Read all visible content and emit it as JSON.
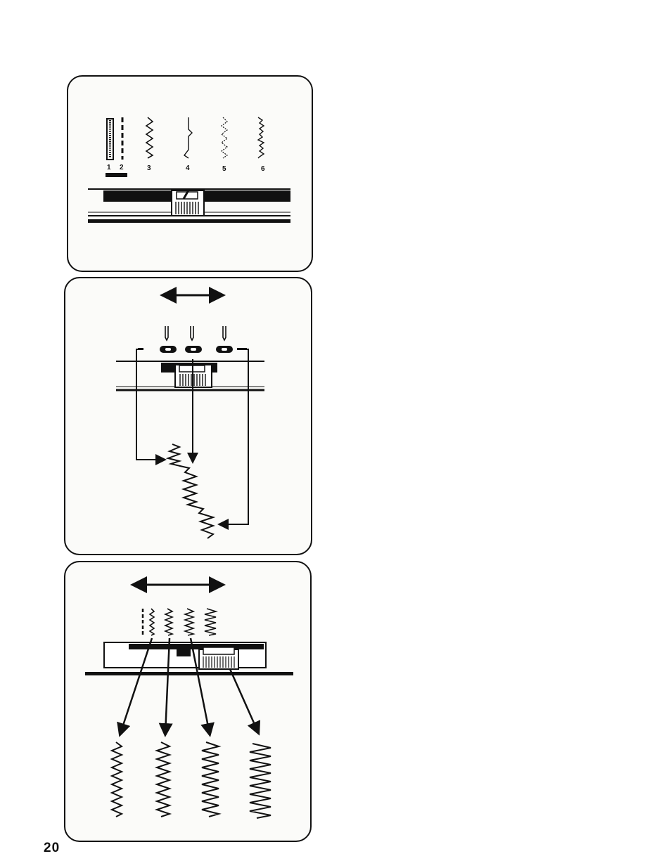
{
  "page": {
    "number": "20"
  },
  "panel_stitch_selector": {
    "pattern_numbers": [
      "1",
      "2",
      "3",
      "4",
      "5",
      "6"
    ]
  },
  "panel_needle_position": {
    "needle_positions": [
      "left",
      "center",
      "right"
    ]
  },
  "panel_stitch_width": {
    "width_steps": 4
  },
  "icons": [
    "double-arrow-icon",
    "needle-icon",
    "selector-knob-icon"
  ]
}
